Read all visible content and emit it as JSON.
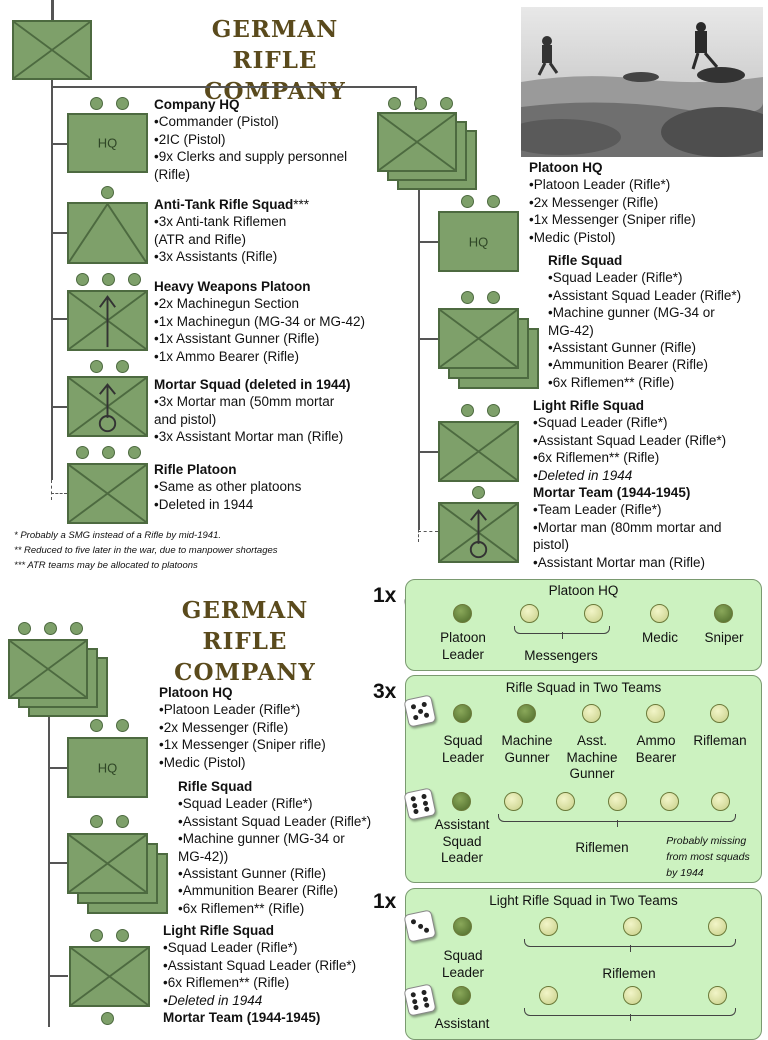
{
  "top": {
    "title": [
      "GERMAN",
      "RIFLE COMPANY"
    ],
    "company_hq": {
      "heading": "Company HQ",
      "lines": [
        "•Commander (Pistol)",
        "•2IC (Pistol)",
        "•9x Clerks and supply personnel",
        " (Rifle)"
      ]
    },
    "at_squad": {
      "heading": "Anti-Tank Rifle Squad",
      "mark": "***",
      "lines": [
        "•3x Anti-tank Riflemen",
        " (ATR and Rifle)",
        "•3x Assistants (Rifle)"
      ]
    },
    "heavy_weapons": {
      "heading": "Heavy Weapons Platoon",
      "lines": [
        "•2x Machinegun Section",
        " •1x Machinegun (MG-34 or MG-42)",
        " •1x Assistant Gunner (Rifle)",
        " •1x Ammo Bearer (Rifle)"
      ]
    },
    "mortar_squad": {
      "heading": "Mortar Squad (deleted in 1944)",
      "lines": [
        "•3x Mortar man (50mm mortar",
        " and pistol)",
        "•3x Assistant Mortar man (Rifle)"
      ]
    },
    "rifle_platoon": {
      "heading": "Rifle Platoon",
      "lines": [
        "•Same as other platoons",
        "•Deleted in 1944"
      ]
    },
    "notes": [
      "* Probably a SMG instead of a Rifle by mid-1941.",
      "** Reduced to five later in the war, due to manpower shortages",
      "*** ATR teams may be allocated to platoons"
    ],
    "platoon_hq": {
      "heading": "Platoon HQ",
      "lines": [
        "•Platoon Leader (Rifle*)",
        "•2x Messenger (Rifle)",
        "•1x Messenger (Sniper rifle)",
        "•Medic (Pistol)"
      ]
    },
    "rifle_squad": {
      "heading": "Rifle Squad",
      "lines": [
        "•Squad Leader (Rifle*)",
        "•Assistant Squad Leader (Rifle*)",
        "•Machine gunner (MG-34 or",
        " MG-42)",
        "•Assistant Gunner (Rifle)",
        "•Ammunition Bearer (Rifle)",
        "•6x Riflemen** (Rifle)"
      ]
    },
    "light_rifle_squad": {
      "heading": "Light Rifle Squad",
      "lines": [
        "•Squad Leader (Rifle*)",
        "•Assistant Squad Leader (Rifle*)",
        "•6x Riflemen** (Rifle)"
      ],
      "italic": "•Deleted in 1944"
    },
    "mortar_team": {
      "heading": "Mortar Team (1944-1945)",
      "lines": [
        "•Team Leader (Rifle*)",
        "•Mortar man (80mm mortar and",
        " pistol)",
        "•Assistant Mortar man (Rifle)"
      ]
    },
    "hq_label": "HQ"
  },
  "bottom": {
    "title": [
      "GERMAN",
      "RIFLE COMPANY"
    ],
    "platoon_hq": {
      "heading": "Platoon HQ",
      "lines": [
        "•Platoon Leader (Rifle*)",
        "•2x Messenger (Rifle)",
        "•1x Messenger (Sniper rifle)",
        "•Medic (Pistol)"
      ]
    },
    "rifle_squad": {
      "heading": "Rifle Squad",
      "lines": [
        "•Squad Leader (Rifle*)",
        "•Assistant Squad Leader (Rifle*)",
        "•Machine gunner (MG-34 or",
        " MG-42))",
        "•Assistant Gunner (Rifle)",
        "•Ammunition Bearer (Rifle)",
        "•6x Riflemen** (Rifle)"
      ]
    },
    "light_rifle_squad": {
      "heading": "Light Rifle Squad",
      "lines": [
        "•Squad Leader (Rifle*)",
        "•Assistant Squad Leader (Rifle*)",
        "•6x Riflemen** (Rifle)"
      ],
      "italic": "•Deleted in 1944"
    },
    "mortar_team_heading": "Mortar Team (1944-1945)",
    "hq_label": "HQ"
  },
  "panels": {
    "platoon_hq": {
      "multiplier": "1x",
      "title": "Platoon HQ",
      "labels": {
        "leader": "Platoon\nLeader",
        "messengers": "Messengers",
        "medic": "Medic",
        "sniper": "Sniper"
      }
    },
    "rifle_squad": {
      "multiplier": "3x",
      "title": "Rifle Squad in Two Teams",
      "labels": {
        "sl": "Squad\nLeader",
        "mg": "Machine\nGunner",
        "amg": "Asst.\nMachine\nGunner",
        "ammo": "Ammo\nBearer",
        "rifleman": "Rifleman",
        "asl": "Assistant\nSquad\nLeader",
        "riflemen": "Riflemen"
      },
      "note": "Probably missing\nfrom most squads\nby 1944"
    },
    "light_rifle_squad": {
      "multiplier": "1x",
      "title": "Light Rifle Squad in Two Teams",
      "labels": {
        "sl": "Squad\nLeader",
        "riflemen": "Riflemen",
        "asl": "Assistant"
      }
    }
  },
  "colors": {
    "unit_fill": "#7ea06a",
    "unit_border": "#4d6a40",
    "panel_fill": "#ccf2c0",
    "title": "#5a4a1c"
  },
  "icons": [
    "infantry-unit-icon",
    "anti-tank-unit-icon",
    "machinegun-unit-icon",
    "mortar-unit-icon",
    "d6-die-icon"
  ]
}
